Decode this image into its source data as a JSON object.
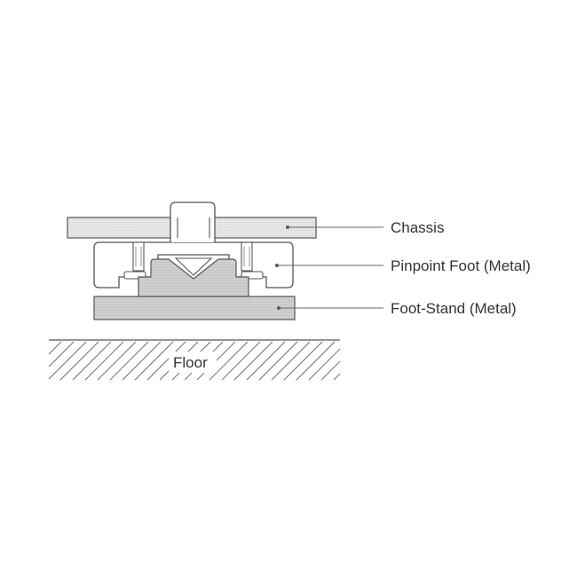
{
  "labels": {
    "chassis": "Chassis",
    "pinpoint_foot": "Pinpoint Foot (Metal)",
    "foot_stand": "Foot-Stand (Metal)",
    "floor": "Floor"
  },
  "colors": {
    "stroke": "#555555",
    "chassis_fill": "#e6e6e6",
    "metal_fill": "#cfcfcf",
    "leader": "#666666",
    "background": "#ffffff"
  }
}
